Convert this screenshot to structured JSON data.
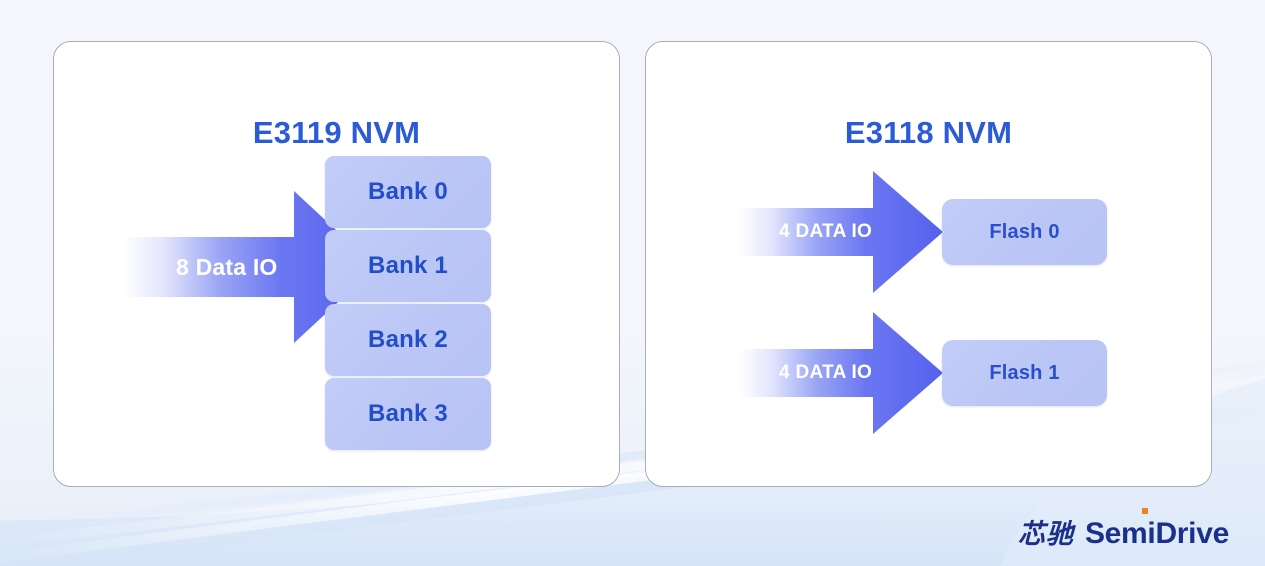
{
  "background": {
    "base_color": "#f4f5fa",
    "wave_color": "#dce8f8"
  },
  "panels": [
    {
      "id": "e3119",
      "title": "E3119 NVM",
      "title_color": "#2b5bd7",
      "arrows": [
        {
          "label": "8 Data IO",
          "name": "arrow-8-data-io"
        }
      ],
      "blocks": [
        {
          "label": "Bank 0",
          "name": "bank-0"
        },
        {
          "label": "Bank 1",
          "name": "bank-1"
        },
        {
          "label": "Bank 2",
          "name": "bank-2"
        },
        {
          "label": "Bank 3",
          "name": "bank-3"
        }
      ]
    },
    {
      "id": "e3118",
      "title": "E3118 NVM",
      "title_color": "#2b5bd7",
      "arrows": [
        {
          "label": "4 DATA IO",
          "name": "arrow-4-data-io-0"
        },
        {
          "label": "4 DATA IO",
          "name": "arrow-4-data-io-1"
        }
      ],
      "blocks": [
        {
          "label": "Flash 0",
          "name": "flash-0"
        },
        {
          "label": "Flash 1",
          "name": "flash-1"
        }
      ]
    }
  ],
  "colors": {
    "arrow_start": "#ffffff",
    "arrow_end": "#5b68ef",
    "block_fill": "#bcc7f6",
    "block_text": "#234ec9",
    "card_border": "#a9adb6",
    "logo_navy": "#1b2f8c",
    "logo_accent": "#e8861e"
  },
  "logo": {
    "chinese": "芯驰",
    "english": "SemiDrive",
    "accent_dot_color": "#e8861e"
  }
}
